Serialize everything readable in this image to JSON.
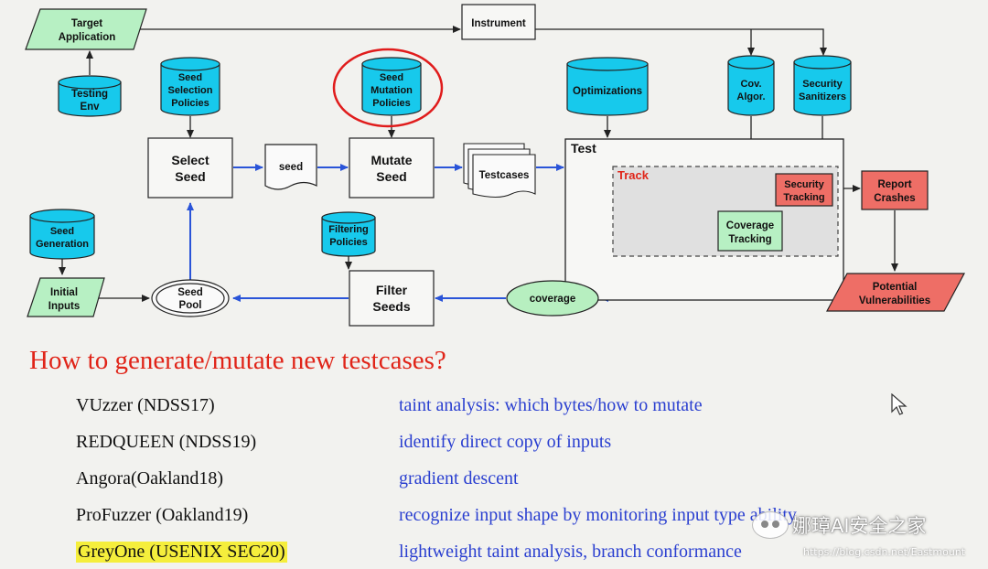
{
  "diagram": {
    "target_application": [
      "Target",
      "Application"
    ],
    "instrument": "Instrument",
    "testing_env": [
      "Testing",
      "Env"
    ],
    "seed_selection_policies": [
      "Seed",
      "Selection",
      "Policies"
    ],
    "seed_mutation_policies": [
      "Seed",
      "Mutation",
      "Policies"
    ],
    "optimizations": "Optimizations",
    "cov_algor": [
      "Cov.",
      "Algor."
    ],
    "security_sanitizers": [
      "Security",
      "Sanitizers"
    ],
    "select_seed": [
      "Select",
      "Seed"
    ],
    "seed": "seed",
    "mutate_seed": [
      "Mutate",
      "Seed"
    ],
    "testcases": "Testcases",
    "test": "Test",
    "track": "Track",
    "security_tracking": [
      "Security",
      "Tracking"
    ],
    "report_crashes": [
      "Report",
      "Crashes"
    ],
    "coverage_tracking": [
      "Coverage",
      "Tracking"
    ],
    "potential_vulnerabilities": [
      "Potential",
      "Vulnerabilities"
    ],
    "seed_generation": [
      "Seed",
      "Generation"
    ],
    "filtering_policies": [
      "Filtering",
      "Policies"
    ],
    "initial_inputs": [
      "Initial",
      "Inputs"
    ],
    "seed_pool": [
      "Seed",
      "Pool"
    ],
    "filter_seeds": [
      "Filter",
      "Seeds"
    ],
    "coverage": "coverage"
  },
  "heading": "How to generate/mutate new testcases?",
  "approaches": [
    {
      "paper": "VUzzer (NDSS17)",
      "description": "taint analysis: which bytes/how to mutate"
    },
    {
      "paper": "REDQUEEN (NDSS19)",
      "description": "identify direct copy of inputs"
    },
    {
      "paper": "Angora(Oakland18)",
      "description": "gradient descent"
    },
    {
      "paper": "ProFuzzer (Oakland19)",
      "description": "recognize input shape by monitoring input type ability"
    },
    {
      "paper": "GreyOne (USENIX SEC20)",
      "description": "lightweight taint analysis, branch conformance"
    }
  ],
  "watermark": {
    "title": "娜璋AI安全之家",
    "url": "https://blog.csdn.net/Eastmount"
  },
  "colors": {
    "background": "#f2f2ef",
    "cylinder": "#17c9ec",
    "parallelogram_green": "#b7f0c3",
    "coverage_ellipse": "#b7efc0",
    "red_box": "#ee6e66",
    "track_box": "#e0e0e0",
    "heading": "#e02418",
    "description": "#2a3fd0",
    "highlight": "#f5ee3c",
    "arrow_blue": "#2a54d8",
    "circle_red": "#e01c1c"
  }
}
